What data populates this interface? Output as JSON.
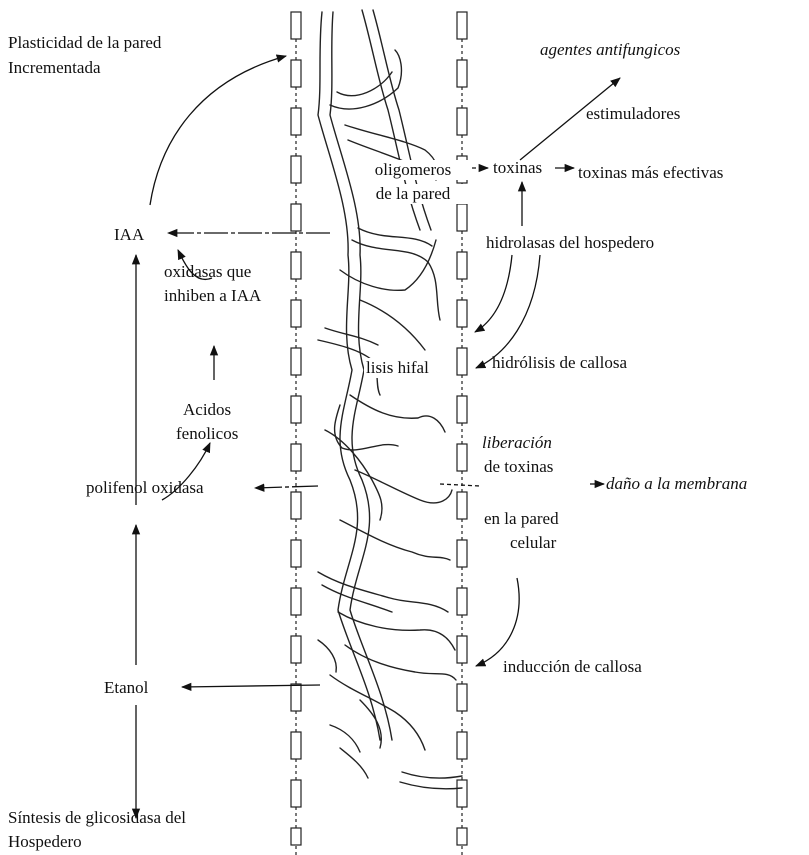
{
  "colors": {
    "ink": "#111111",
    "background": "#ffffff"
  },
  "labels": {
    "plasticidad_line1": "Plasticidad de la pared",
    "plasticidad_line2": "Incrementada",
    "iaa": "IAA",
    "oxidasas_line1": "oxidasas que",
    "oxidasas_line2": "inhiben a IAA",
    "acidos_line1": "Acidos",
    "acidos_line2": "fenolicos",
    "polifenol": "polifenol oxidasa",
    "etanol": "Etanol",
    "sintesis_line1": "Síntesis de glicosidasa del",
    "sintesis_line2": "Hospedero",
    "oligomeros_line1": "oligomeros",
    "oligomeros_line2": "de la pared",
    "lisis": "lisis hifal",
    "agentes": "agentes antifungicos",
    "estimuladores": "estimuladores",
    "toxinas": "toxinas",
    "toxinas_efectivas": "toxinas más efectivas",
    "hidrolasas": "hidrolasas del hospedero",
    "hidrolisis": "hidrólisis de callosa",
    "liberacion_line1": "liberación",
    "liberacion_line2": "de toxinas",
    "dano": "daño a la membrana",
    "en_pared_line1": "en la pared",
    "en_pared_line2": "celular",
    "induccion": "inducción de callosa"
  }
}
